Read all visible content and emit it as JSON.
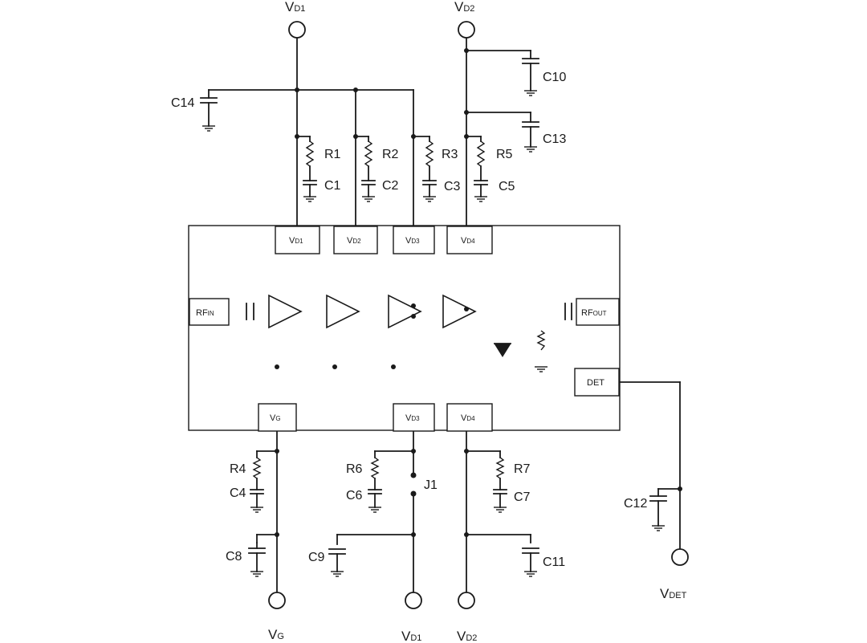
{
  "terminals": {
    "vd1_top": {
      "main": "V",
      "sub": "D1"
    },
    "vd2_top": {
      "main": "V",
      "sub": "D2"
    },
    "vg_bottom": {
      "main": "V",
      "sub": "G"
    },
    "vd1_bottom": {
      "main": "V",
      "sub": "D1"
    },
    "vd2_bottom": {
      "main": "V",
      "sub": "D2"
    },
    "vdet": {
      "main": "V",
      "sub": "DET"
    }
  },
  "pins": {
    "vd1_top": {
      "main": "V",
      "sub": "D1"
    },
    "vd2_top": {
      "main": "V",
      "sub": "D2"
    },
    "vd3_top": {
      "main": "V",
      "sub": "D3"
    },
    "vd4_top": {
      "main": "V",
      "sub": "D4"
    },
    "rfin": {
      "main": "RF",
      "sub": "IN"
    },
    "rfout": {
      "main": "RF",
      "sub": "OUT"
    },
    "det": {
      "main": "DET",
      "sub": ""
    },
    "vg": {
      "main": "V",
      "sub": "G"
    },
    "vd3_bottom": {
      "main": "V",
      "sub": "D3"
    },
    "vd4_bottom": {
      "main": "V",
      "sub": "D4"
    }
  },
  "components": {
    "C14": "C14",
    "C10": "C10",
    "C13": "C13",
    "R1": "R1",
    "R2": "R2",
    "R3": "R3",
    "R5": "R5",
    "C1": "C1",
    "C2": "C2",
    "C3": "C3",
    "C5": "C5",
    "R4": "R4",
    "C4": "C4",
    "C8": "C8",
    "R6": "R6",
    "C6": "C6",
    "J1": "J1",
    "C9": "C9",
    "R7": "R7",
    "C7": "C7",
    "C11": "C11",
    "C12": "C12"
  }
}
